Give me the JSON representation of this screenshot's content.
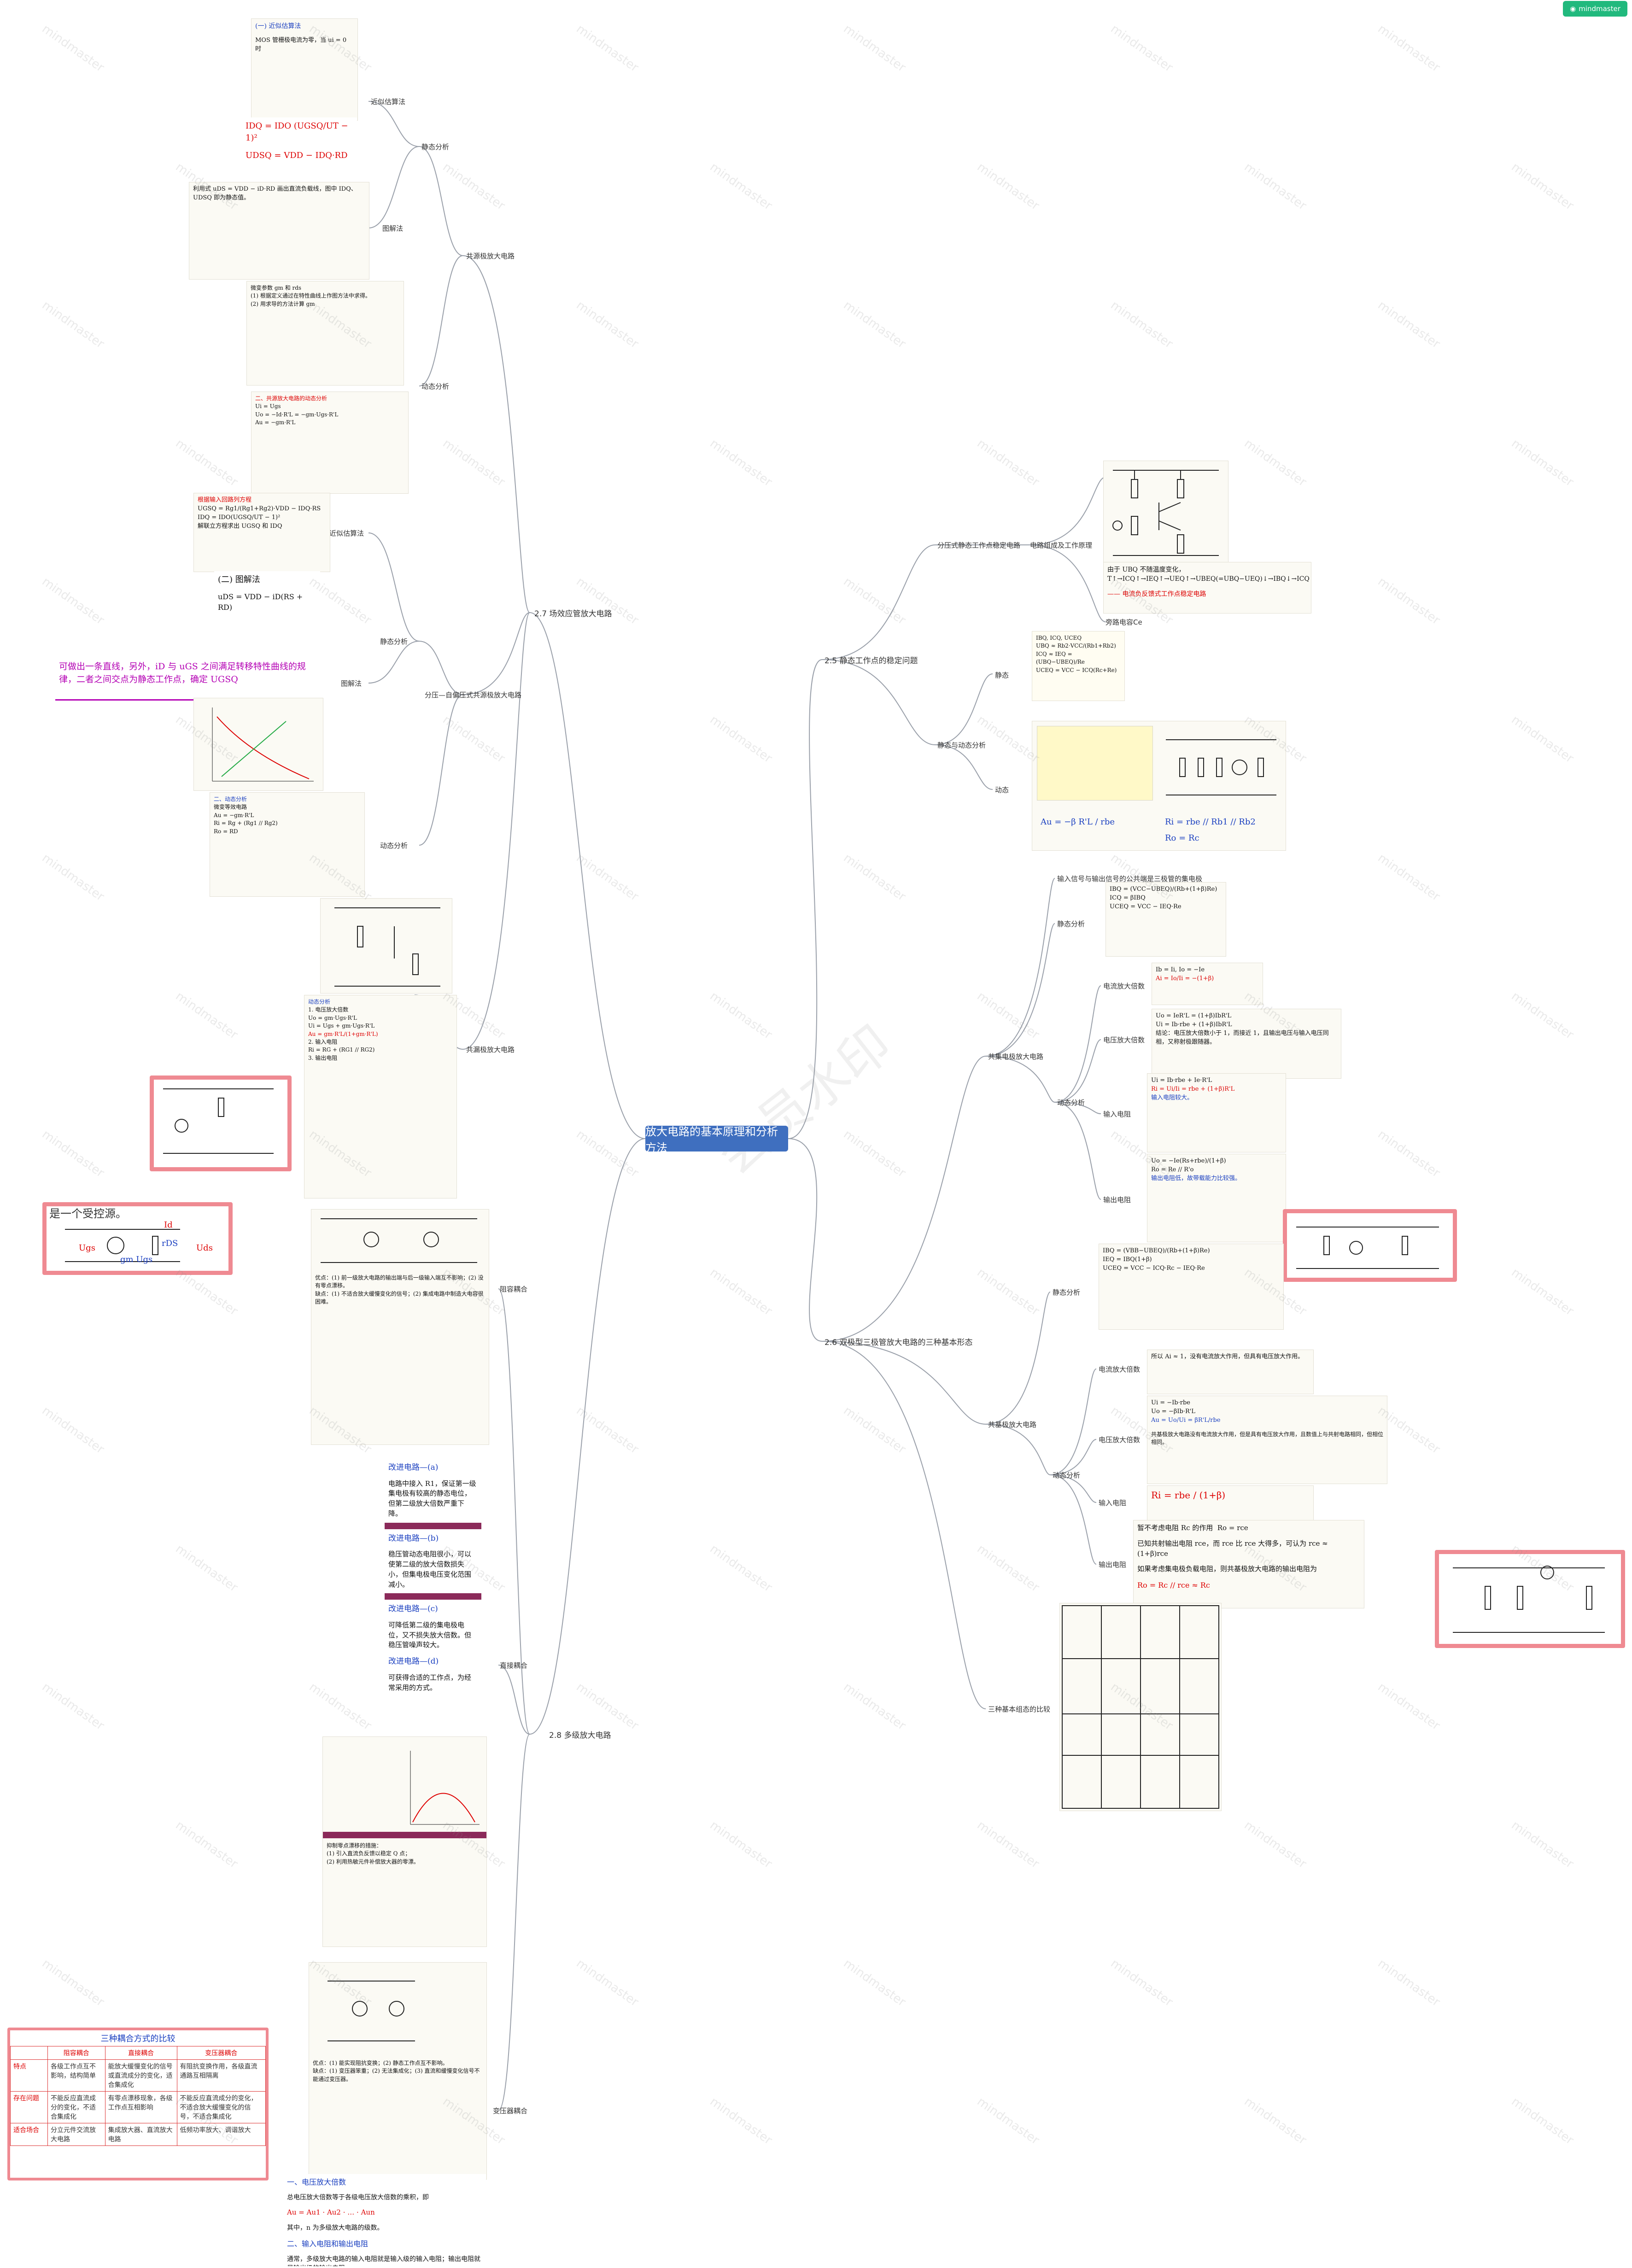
{
  "app": {
    "badge": "mindmaster",
    "watermark": "会员水印"
  },
  "root": {
    "label": "放大电路的基本原理和分析方法"
  },
  "right": {
    "sec25": {
      "label": "2.5 静态工作点的稳定问题",
      "divider": "分压式静态工作点稳定电路",
      "circuit_note": "电路组成及工作原理",
      "bias_note": "旁路电容Ce",
      "static_dynamic": "静态与动态分析",
      "static": "静态",
      "dynamic": "动态",
      "stab_text": "由于 UBQ 不随温度变化，T↑→ICQ↑→IEQ↑→UEQ↑→UBEQ(=UBQ−UEQ)↓→IBQ↓→ICQ↓",
      "feedback_text": "—— 电流负反馈式工作点稳定电路",
      "gain_formula": "Au = −β R'L / rbe",
      "ri_formula": "Ri = rbe // Rb1 // Rb2",
      "ro_formula": "Ro = Rc"
    },
    "sec26": {
      "label": "2.6 双极型三极管放大电路的三种基本形态",
      "cc": "共集电极放大电路",
      "cb": "共基极放大电路",
      "compare": "三种基本组态的比较",
      "input_note": "输入信号与输出信号的公共端是三极管的集电极",
      "static": "静态分析",
      "dynamic": "动态分析",
      "au": "电压放大倍数",
      "ai": "电流放大倍数",
      "ri": "输入电阻",
      "ro": "输出电阻",
      "ri_text": "输入电阻较大。",
      "ro_text": "输出电阻低，故带载能力比较强。",
      "cb_ai_text": "所以 Ai ≈ 1，没有电流放大作用，但具有电压放大作用。",
      "cb_au_text": "共基极放大电路没有电流放大作用，但是具有电压放大作用，且数值上与共射电路相同，但相位相同。",
      "cb_ri_formula": "Ri = rbe / (1+β)",
      "cb_ro_text1": "暂不考虑电阻 Rc 的作用  Ro = rce",
      "cb_ro_text2": "已知共射输出电阻 rce，而 rce 比 rce 大得多，可认为 rce ≈ (1+β)rce",
      "cb_ro_text3": "如果考虑集电极负载电阻，则共基极放大电路的输出电阻为",
      "cb_ro_formula": "Ro = Rc // rce ≈ Rc"
    }
  },
  "left": {
    "sec27": {
      "label": "2.7 场效应管放大电路",
      "cs": "共源极放大电路",
      "divider": "分压—自偏压式共源极放大电路",
      "cd": "共漏极放大电路",
      "static": "静态分析",
      "approx": "近似估算法",
      "graph": "图解法",
      "dynamic": "动态分析",
      "approx_title": "(一) 近似估算法",
      "mos_text": "MOS 管栅极电流为零，当 ui = 0 时",
      "id_formula": "IDQ = IDO (UGSQ/UT − 1)²",
      "ud_formula": "UDSQ = VDD − IDQ·RD",
      "load_line": "利用式 uDS = VDD − iD·RD 画出直流负载线，图中 IDQ、UDSQ 即为静态值。",
      "graph_title": "(二) 图解法",
      "uds_formula": "uDS = VDD − iD(RS + RD)",
      "graph_text": "可做出一条直线，另外，iD 与 uGS 之间满足转移特性曲线的规律，二者之间交点为静态工作点，确定 UGSQ",
      "tail": "是一个受控源。",
      "source_gm": "gm Ugs",
      "source_rds": "rDS",
      "source_id": "Id",
      "source_ugs": "Ugs",
      "source_uds": "Uds"
    },
    "sec28": {
      "label": "2.8 多级放大电路",
      "rc": "阻容耦合",
      "dc": "直接耦合",
      "tf": "变压器耦合",
      "imp1_title": "改进电路—(a)",
      "imp1_text": "电路中接入 R1，保证第一级集电极有较高的静态电位，但第二级放大倍数严重下降。",
      "imp2_title": "改进电路—(b)",
      "imp2_text": "稳压管动态电阻很小，可以使第二级的放大倍数损失小，但集电极电压变化范围减小。",
      "imp3_title": "改进电路—(c)",
      "imp3_text": "可降低第二级的集电极电位，又不损失放大倍数。但稳压管噪声较大。",
      "imp4_title": "改进电路—(d)",
      "imp4_text": "可获得合适的工作点，为经常采用的方式。",
      "au_title": "一、电压放大倍数",
      "au_text": "总电压放大倍数等于各级电压放大倍数的乘积，即",
      "au_note": "其中，n 为多级放大电路的级数。",
      "ri_title": "二、输入电阻和输出电阻",
      "ri_text": "通常，多级放大电路的输入电阻就是输入级的输入电阻；输出电阻就是输出级的输出电阻。"
    },
    "compare_table": {
      "title": "三种耦合方式的比较",
      "headers": [
        "",
        "阻容耦合",
        "直接耦合",
        "变压器耦合"
      ],
      "rows": [
        {
          "label": "特点",
          "cells": [
            "各级工作点互不影响，结构简单",
            "能放大缓慢变化的信号或直流成分的变化，适合集成化",
            "有阻抗变换作用，各级直流通路互相隔离"
          ]
        },
        {
          "label": "存在问题",
          "cells": [
            "不能反应直流成分的变化，不适合集成化",
            "有零点漂移现象，各级工作点互相影响",
            "不能反应直流成分的变化，不适合放大缓慢变化的信号，不适合集成化"
          ]
        },
        {
          "label": "适合场合",
          "cells": [
            "分立元件交流放大电路",
            "集成放大器、直流放大电路",
            "低频功率放大、调谐放大"
          ]
        }
      ]
    }
  },
  "colors": {
    "root": "#3f6fbf",
    "line": "#9aa0aa",
    "accent_red": "#d00000",
    "frame_pink": "#ef8a92",
    "badge": "#21b97d"
  },
  "icons": {
    "badge": "mindmaster-logo-icon"
  }
}
